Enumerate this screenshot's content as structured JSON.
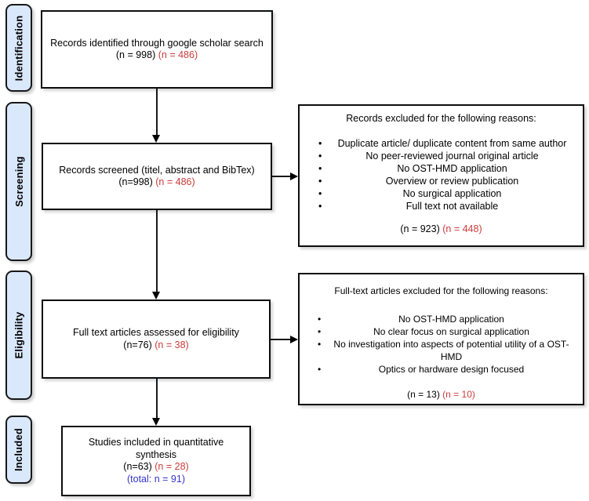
{
  "colors": {
    "stage_fill": "#dae8fc",
    "red": "#cc3b3b",
    "blue": "#3434cc"
  },
  "sidebar": {
    "stages": [
      {
        "label": "Identification"
      },
      {
        "label": "Screening"
      },
      {
        "label": "Eligibility"
      },
      {
        "label": "Included"
      }
    ]
  },
  "flow": {
    "identification_box": {
      "title": "Records identified through google scholar search",
      "count_black": "(n = 998)",
      "count_red": "(n = 486)"
    },
    "screening_box": {
      "title": "Records screened (titel, abstract and BibTex)",
      "count_black": "(n=998)",
      "count_red": "(n = 486)"
    },
    "eligibility_box": {
      "title": "Full text articles assessed for eligibility",
      "count_black": "(n=76)",
      "count_red": "(n = 38)"
    },
    "included_box": {
      "title": "Studies included in quantitative synthesis",
      "count_black": "(n=63)",
      "count_red": "(n = 28)",
      "count_blue": "(total: n = 91)"
    }
  },
  "screening_exclusions": {
    "title": "Records excluded for the following reasons:",
    "bullets": [
      "Duplicate article/ duplicate content from same author",
      "No peer-reviewed journal original article",
      "No OST-HMD application",
      "Overview or review publication",
      "No surgical application",
      "Full text not available"
    ],
    "count_black": "(n = 923)",
    "count_red": "(n = 448)"
  },
  "eligibility_exclusions": {
    "title": "Full-text articles excluded for the following reasons:",
    "bullets": [
      "No OST-HMD application",
      "No clear focus on surgical application",
      "No investigation into aspects of potential utility of a OST-HMD",
      "Optics or hardware design focused"
    ],
    "count_black": "(n = 13)",
    "count_red": "(n = 10)"
  }
}
